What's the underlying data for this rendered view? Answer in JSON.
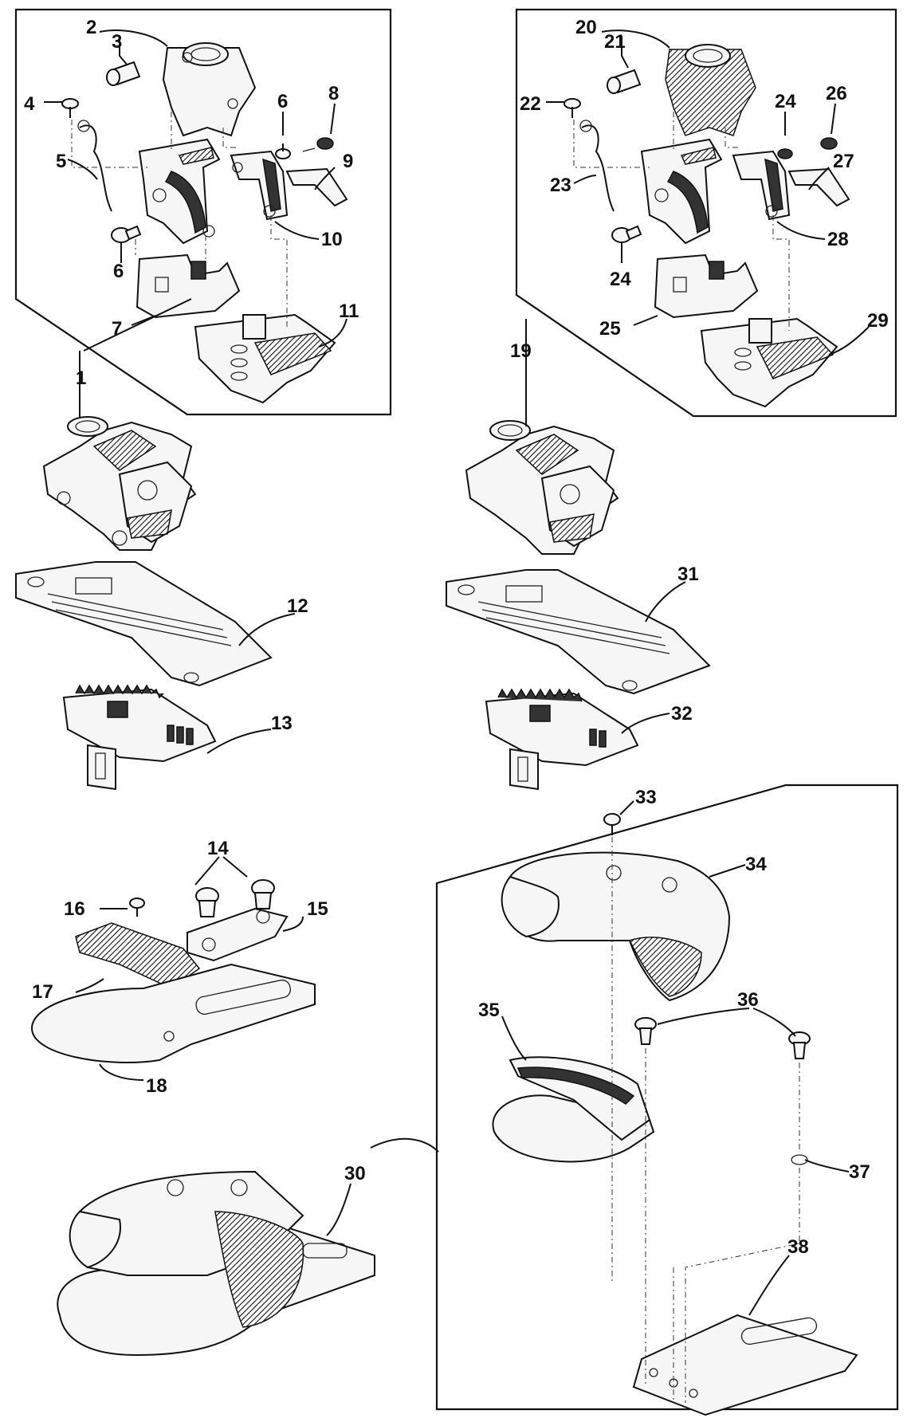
{
  "callouts": [
    {
      "id": "1",
      "label": "1"
    },
    {
      "id": "2",
      "label": "2"
    },
    {
      "id": "3",
      "label": "3"
    },
    {
      "id": "4",
      "label": "4"
    },
    {
      "id": "5",
      "label": "5"
    },
    {
      "id": "6a",
      "label": "6"
    },
    {
      "id": "6b",
      "label": "6"
    },
    {
      "id": "7",
      "label": "7"
    },
    {
      "id": "8",
      "label": "8"
    },
    {
      "id": "9",
      "label": "9"
    },
    {
      "id": "10",
      "label": "10"
    },
    {
      "id": "11",
      "label": "11"
    },
    {
      "id": "12",
      "label": "12"
    },
    {
      "id": "13",
      "label": "13"
    },
    {
      "id": "14",
      "label": "14"
    },
    {
      "id": "15",
      "label": "15"
    },
    {
      "id": "16",
      "label": "16"
    },
    {
      "id": "17",
      "label": "17"
    },
    {
      "id": "18",
      "label": "18"
    },
    {
      "id": "19",
      "label": "19"
    },
    {
      "id": "20",
      "label": "20"
    },
    {
      "id": "21",
      "label": "21"
    },
    {
      "id": "22",
      "label": "22"
    },
    {
      "id": "23",
      "label": "23"
    },
    {
      "id": "24a",
      "label": "24"
    },
    {
      "id": "24b",
      "label": "24"
    },
    {
      "id": "25",
      "label": "25"
    },
    {
      "id": "26",
      "label": "26"
    },
    {
      "id": "27",
      "label": "27"
    },
    {
      "id": "28",
      "label": "28"
    },
    {
      "id": "29",
      "label": "29"
    },
    {
      "id": "30",
      "label": "30"
    },
    {
      "id": "31",
      "label": "31"
    },
    {
      "id": "32",
      "label": "32"
    },
    {
      "id": "33",
      "label": "33"
    },
    {
      "id": "34",
      "label": "34"
    },
    {
      "id": "35",
      "label": "35"
    },
    {
      "id": "36",
      "label": "36"
    },
    {
      "id": "37",
      "label": "37"
    },
    {
      "id": "38",
      "label": "38"
    }
  ]
}
